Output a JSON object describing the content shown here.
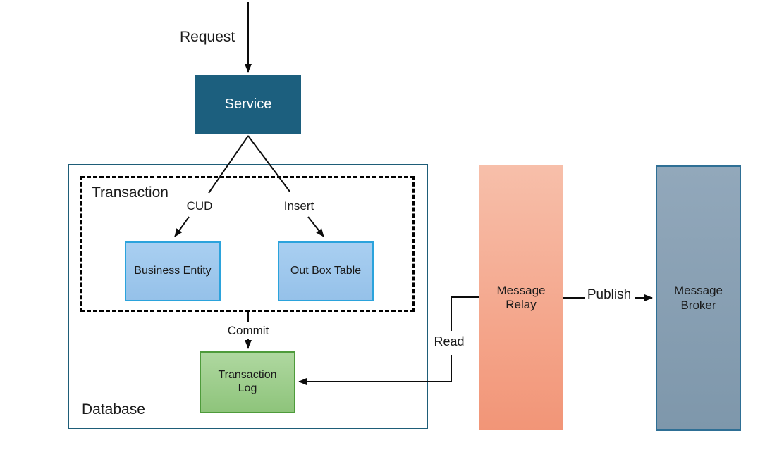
{
  "diagram": {
    "edges": {
      "request": "Request",
      "cud": "CUD",
      "insert": "Insert",
      "commit": "Commit",
      "read": "Read",
      "publish": "Publish"
    },
    "nodes": {
      "service": {
        "label": "Service",
        "fill": "#1C5F7E",
        "text_color": "#FFFFFF"
      },
      "database": {
        "label": "Database",
        "border": "#1E5D78"
      },
      "transaction": {
        "label": "Transaction",
        "border": "#000000",
        "border_style": "dashed"
      },
      "business_entity": {
        "label": "Business Entity",
        "fill": "#9FC8EE",
        "border": "#2BA3DC"
      },
      "outbox_table": {
        "label": "Out Box Table",
        "fill": "#9FC8EE",
        "border": "#2BA3DC"
      },
      "transaction_log": {
        "label": "Transaction\nLog",
        "fill": "#9ECD8C",
        "border": "#4E9B3B"
      },
      "message_relay": {
        "label": "Message\nRelay",
        "fill_top": "#F7BFAA",
        "fill_bottom": "#F29577"
      },
      "message_broker": {
        "label": "Message\nBroker",
        "fill_top": "#92A8BB",
        "fill_bottom": "#7E97AB",
        "border": "#2E6F95"
      }
    },
    "connector_color": "#0C0C0C"
  }
}
